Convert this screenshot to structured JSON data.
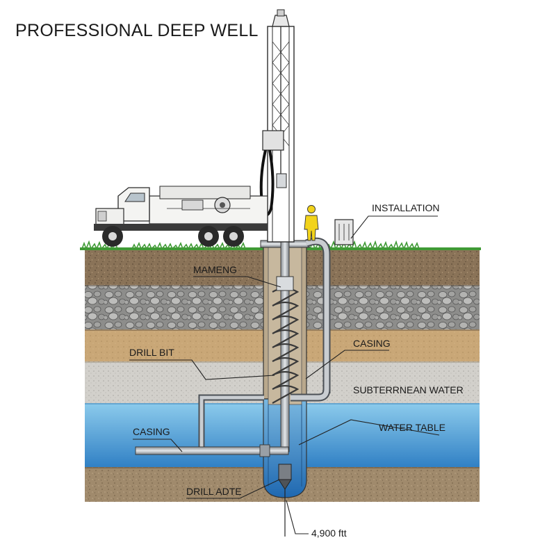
{
  "title": "PROFESSIONAL DEEP WELL",
  "labels": {
    "installation": "INSTALLATION",
    "mameng": "MAMENG",
    "drill_bit": "DRILL BIT",
    "casing_right": "CASING",
    "subterrnean_water": "SUBTERRNEAN WATER",
    "water_table": "WATER TABLE",
    "casing_left": "CASING",
    "drill_adte": "DRILL ADTE",
    "depth": "4,900 ftt"
  },
  "colors": {
    "topsoil": "#8a7358",
    "gravel": "#9a9a98",
    "sand": "#c9a777",
    "limestone": "#d2d0cb",
    "aquifer_top": "#7fc1e6",
    "aquifer_bottom": "#2f7fc4",
    "bedrock": "#a08a6c",
    "grass": "#3f9a35",
    "truck": "#f4f4f2",
    "worker": "#f2d31b"
  },
  "icons": [
    "drill-rig-truck",
    "drill-mast",
    "worker-figure",
    "control-box",
    "auger-drill",
    "well-casing",
    "water-pipe"
  ]
}
